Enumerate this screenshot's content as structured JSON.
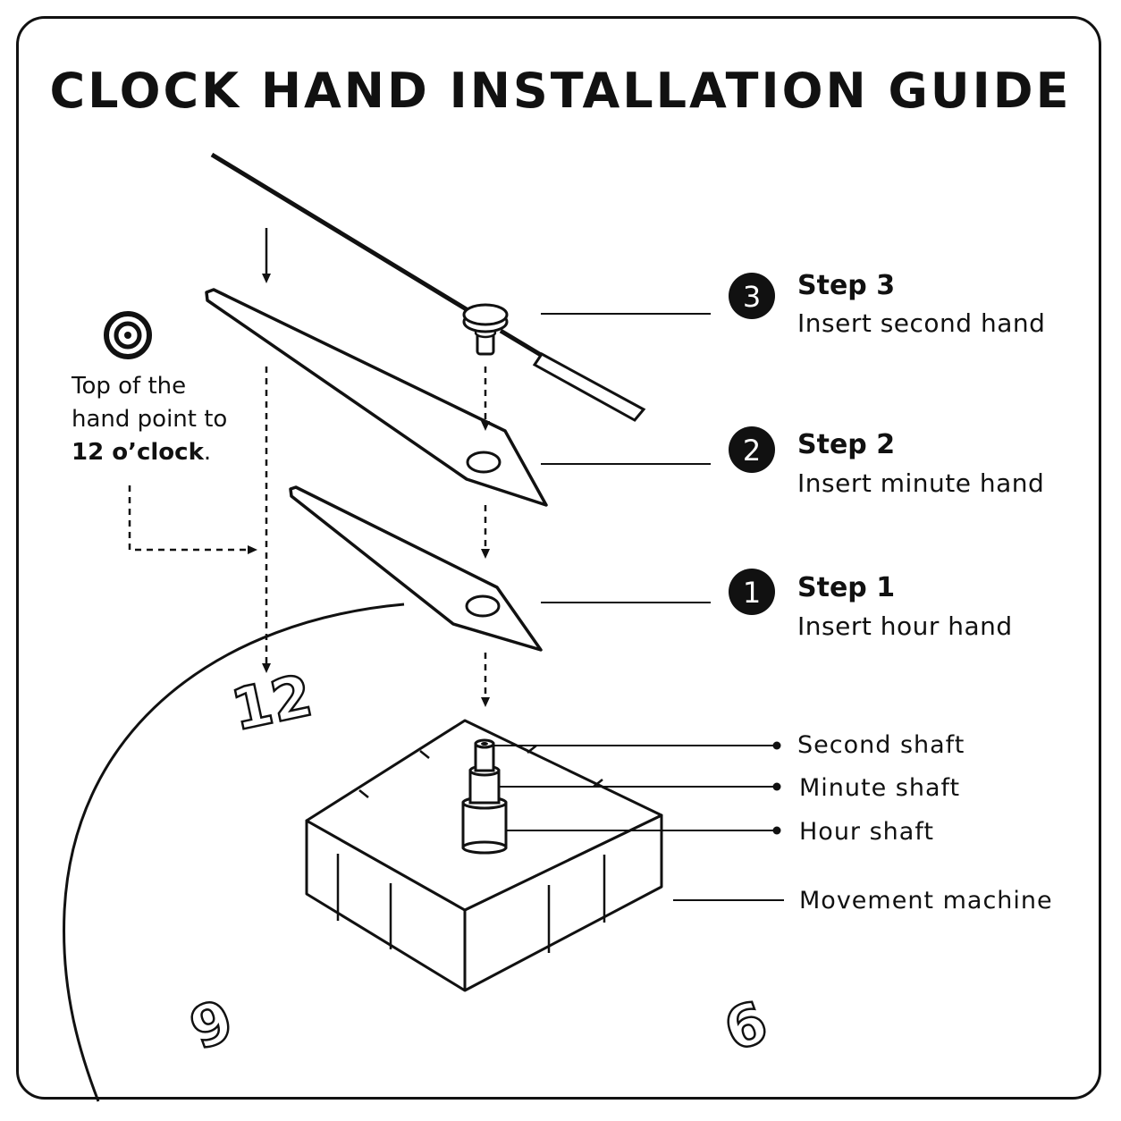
{
  "title": "CLOCK HAND INSTALLATION GUIDE",
  "note": {
    "line1": "Top of the",
    "line2": "hand point to",
    "emphasis": "12 o’clock",
    "end": "."
  },
  "steps": [
    {
      "number": "3",
      "title": "Step 3",
      "description": "Insert second hand"
    },
    {
      "number": "2",
      "title": "Step 2",
      "description": "Insert minute hand"
    },
    {
      "number": "1",
      "title": "Step 1",
      "description": "Insert hour hand"
    }
  ],
  "parts": {
    "second_shaft": "Second shaft",
    "minute_shaft": "Minute shaft",
    "hour_shaft": "Hour shaft",
    "movement": "Movement machine"
  },
  "dial_numbers": {
    "twelve": "12",
    "nine": "9",
    "six": "6"
  },
  "icons": {
    "target": "target-icon"
  },
  "colors": {
    "ink": "#111111",
    "background": "#ffffff"
  }
}
